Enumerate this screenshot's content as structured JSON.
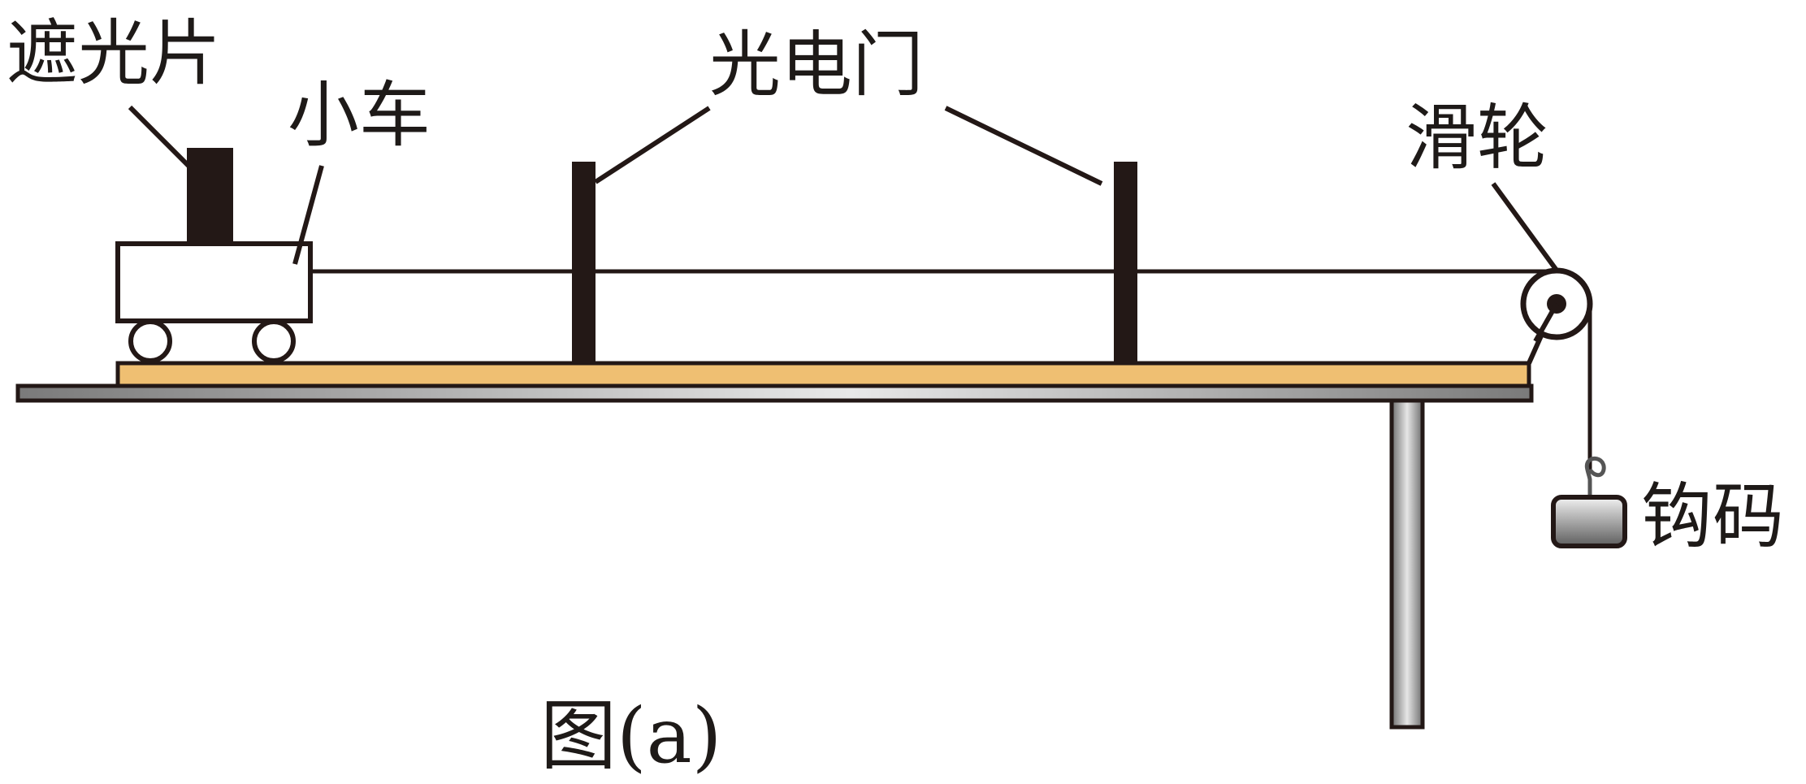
{
  "labels": {
    "shutter": "遮光片",
    "cart": "小车",
    "photogate": "光电门",
    "pulley": "滑轮",
    "hook_weight": "钩码",
    "caption": "图(a)"
  },
  "colors": {
    "ink": "#231816",
    "board": "#efbf72",
    "metal_dark": "#6f6f6f",
    "metal_light": "#e6e6e6",
    "background": "#ffffff"
  }
}
